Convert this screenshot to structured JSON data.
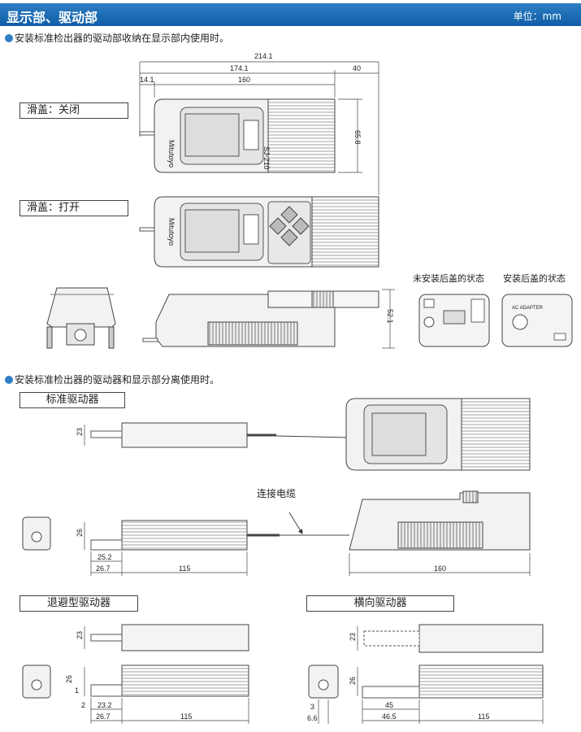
{
  "header": {
    "title": "显示部、驱动部",
    "unit": "单位：mm"
  },
  "notes": {
    "integrated": "安装标准检出器的驱动部收纳在显示部内使用时。",
    "separated": "安装标准检出器的驱动器和显示部分离使用时。"
  },
  "labels": {
    "slide_closed": "滑盖：关闭",
    "slide_open": "滑盖：打开",
    "no_rear_cover": "未安装后盖的状态",
    "rear_cover": "安装后盖的状态",
    "standard_drive": "标准驱动器",
    "cable": "连接电缆",
    "retract_drive": "退避型驱动器",
    "transverse_drive": "横向驱动器"
  },
  "device": {
    "brand": "Mitutoyo",
    "model": "SJ-210",
    "ac_adapter": "AC ADAPTER"
  },
  "dims": {
    "top_total": "214.1",
    "top_174": "174.1",
    "top_40": "40",
    "top_14": "14.1",
    "top_160": "160",
    "height_65": "65.8",
    "height_52": "52.1",
    "std_23": "23",
    "std_26": "26",
    "std_25": "25.2",
    "std_26_7": "26.7",
    "std_115": "115",
    "std_160": "160",
    "ret_23": "23",
    "ret_26": "26",
    "ret_1": "1",
    "ret_2": "2",
    "ret_23_2": "23.2",
    "ret_26_7": "26.7",
    "ret_115": "115",
    "tr_23": "23",
    "tr_26": "26",
    "tr_3": "3",
    "tr_6_6": "6.6",
    "tr_45": "45",
    "tr_46_5": "46.5",
    "tr_115": "115"
  }
}
